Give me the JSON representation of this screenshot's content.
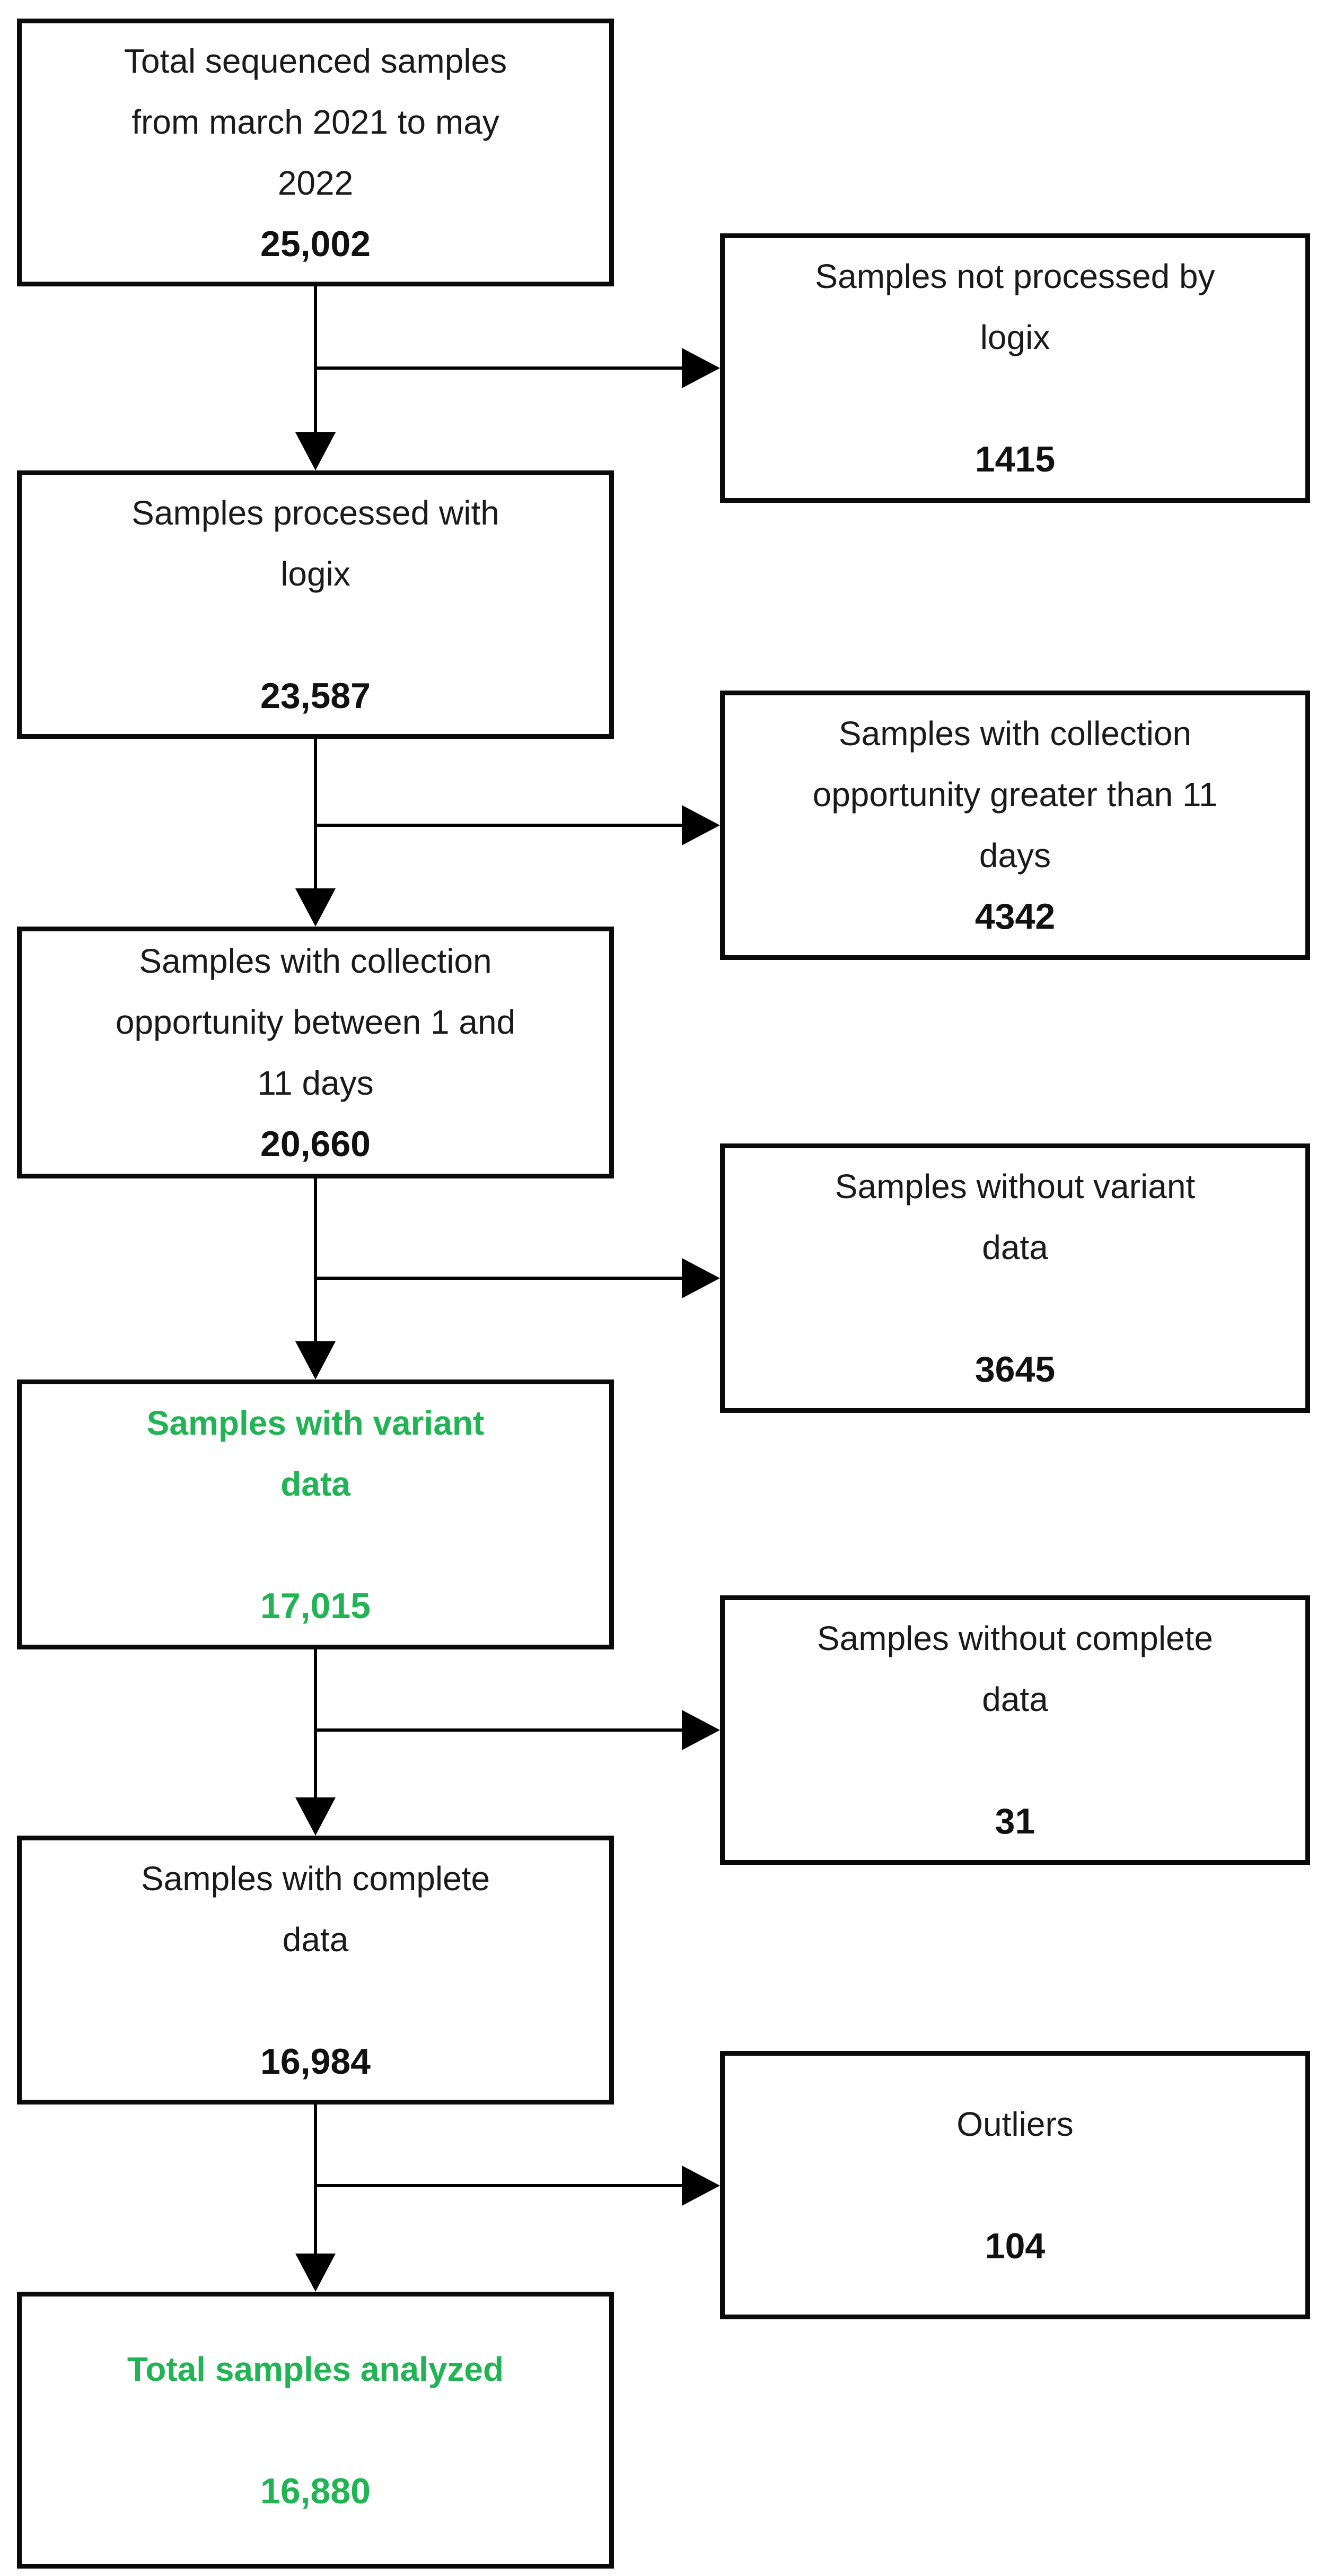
{
  "colors": {
    "highlight_green": "#21b454",
    "box_border": "#0a0a0a",
    "text": "#1a1a1a",
    "connector": "#000000"
  },
  "nodes": {
    "total_sequenced": {
      "label": "Total sequenced samples\nfrom march 2021 to may\n2022",
      "value": "25,002"
    },
    "not_processed": {
      "label": "Samples not processed by\nlogix",
      "value": "1415"
    },
    "processed": {
      "label": "Samples processed with\nlogix",
      "value": "23,587"
    },
    "collection_gt_11": {
      "label": "Samples with collection\nopportunity greater than 11\ndays",
      "value": "4342"
    },
    "collection_1_to_11": {
      "label": "Samples with collection\nopportunity between 1 and\n11 days",
      "value": "20,660"
    },
    "without_variant": {
      "label": "Samples without variant\ndata",
      "value": "3645"
    },
    "with_variant": {
      "label": "Samples with variant\ndata",
      "value": "17,015"
    },
    "without_complete": {
      "label": "Samples without complete\ndata",
      "value": "31"
    },
    "with_complete": {
      "label": "Samples with complete\ndata",
      "value": "16,984"
    },
    "outliers": {
      "label": "Outliers",
      "value": "104"
    },
    "analyzed": {
      "label": "Total samples analyzed",
      "value": "16,880"
    }
  }
}
